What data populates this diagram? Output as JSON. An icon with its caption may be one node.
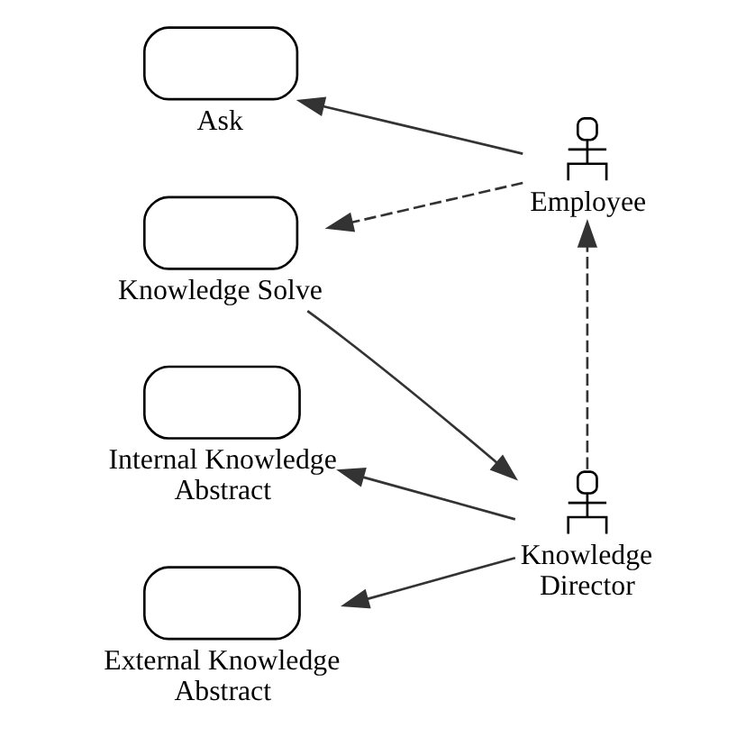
{
  "diagram": {
    "nodes": [
      {
        "text": [
          "Ask"
        ]
      },
      {
        "text": [
          "Knowledge Solve"
        ]
      },
      {
        "text": [
          "Internal Knowledge Abstract"
        ]
      },
      {
        "text": [
          "External Knowledge Abstract"
        ]
      },
      {
        "text": [
          "Employee"
        ]
      },
      {
        "text": [
          "Knowledge Director"
        ]
      }
    ],
    "edges": [
      {
        "from": 4,
        "to": 0,
        "arrow": "to"
      },
      {
        "from": 4,
        "to": 1,
        "arrow": "to",
        "style": "dashed"
      },
      {
        "from": 1,
        "to": 5,
        "arrow": "to"
      },
      {
        "from": 5,
        "to": 4,
        "arrow": "to",
        "style": "dashed"
      },
      {
        "from": 5,
        "to": 2,
        "arrow": "to"
      },
      {
        "from": 5,
        "to": 3,
        "arrow": "to"
      }
    ]
  }
}
